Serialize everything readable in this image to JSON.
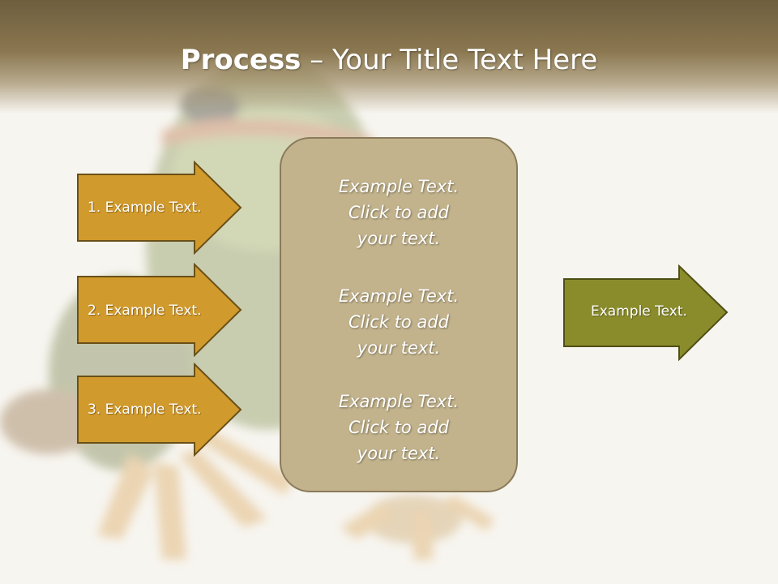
{
  "title": {
    "bold": "Process",
    "rest": " – Your Title Text Here"
  },
  "left_arrows": [
    {
      "label": "1. Example Text."
    },
    {
      "label": "2. Example Text."
    },
    {
      "label": "3. Example Text."
    }
  ],
  "center_panel": {
    "items": [
      {
        "text": "Example Text.\nClick  to add\nyour text."
      },
      {
        "text": "Example Text.\nClick  to add\nyour text."
      },
      {
        "text": "Example Text.\nClick  to add\nyour text."
      }
    ]
  },
  "right_arrow": {
    "label": "Example Text."
  },
  "colors": {
    "left_arrow_fill": "#d19a2c",
    "left_arrow_border": "#6a5018",
    "right_arrow_fill": "#8a8c2c",
    "right_arrow_border": "#4e4f14",
    "panel_fill": "#c2b38c",
    "title_bar": "#7a6a48"
  }
}
